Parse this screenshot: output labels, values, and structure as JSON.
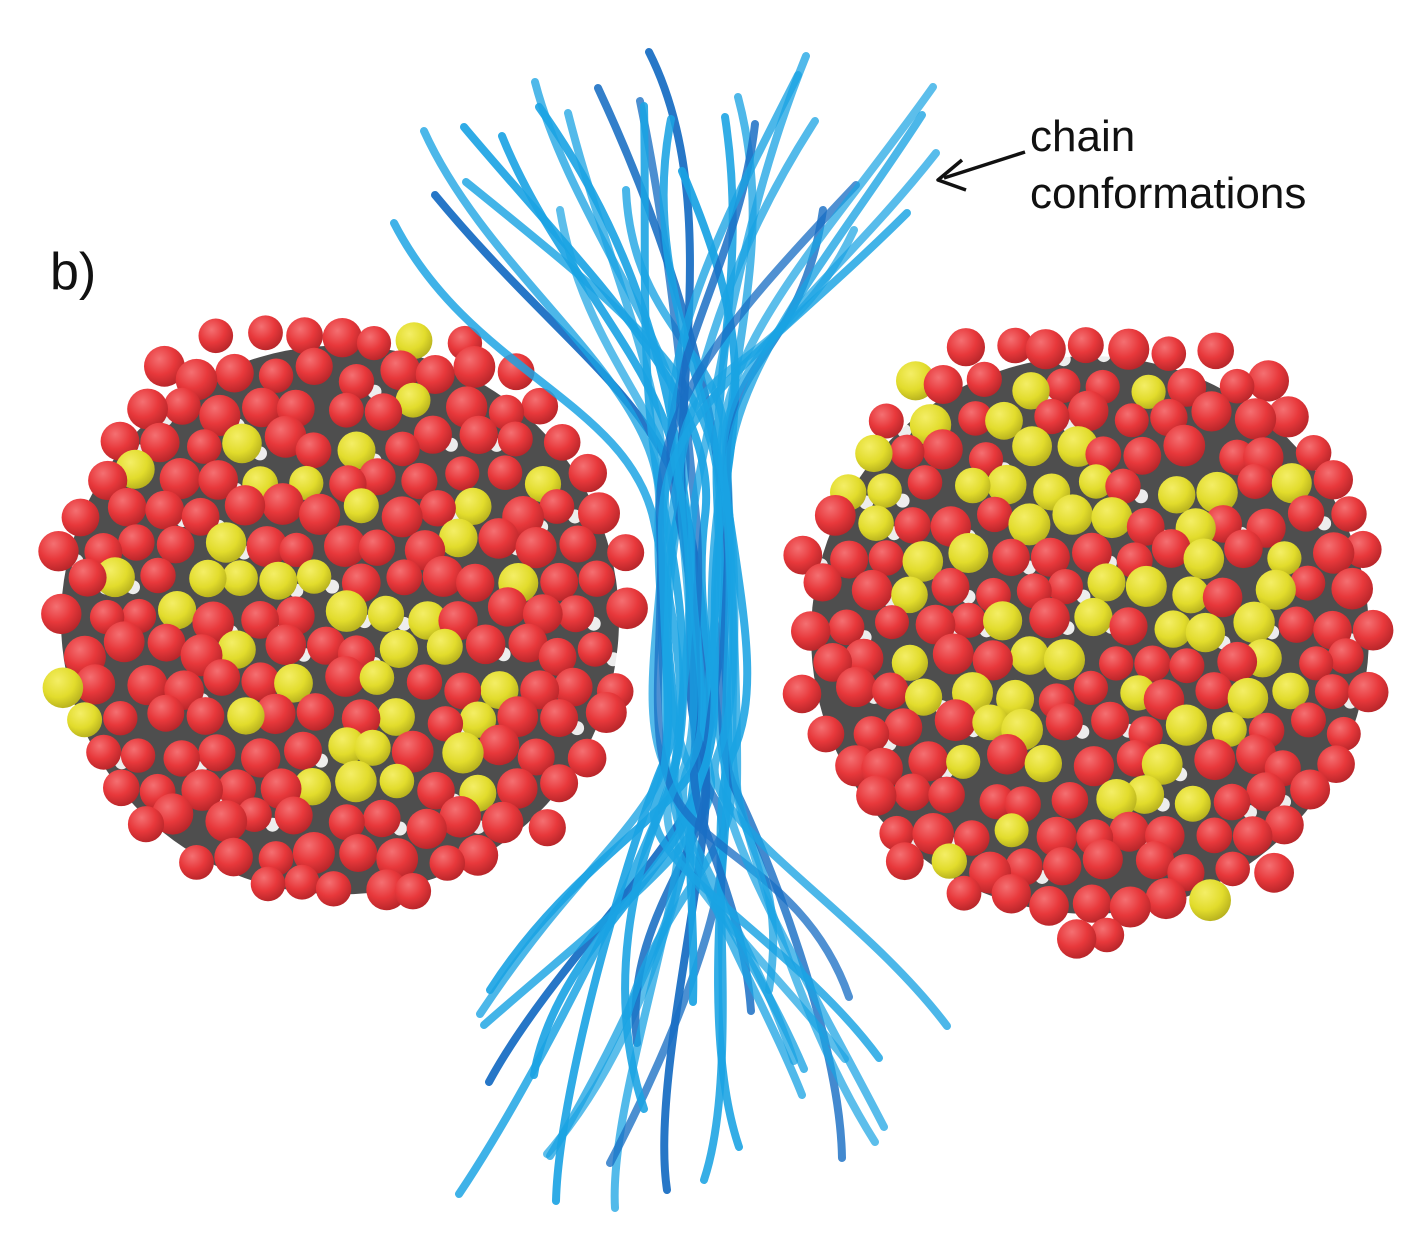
{
  "figure": {
    "panel_label": "b)",
    "annotation": {
      "line1": "chain",
      "line2": "conformations"
    }
  },
  "colors": {
    "particle_surface": "#e8383b",
    "particle_highlight": "#f05a5c",
    "ligand_core": "#e6e031",
    "particle_interior": "#5a5a5a",
    "chain": "#1aa3e3",
    "chain_dark": "#1a5fb0",
    "arrow": "#111111"
  },
  "icons": {
    "arrow": "arrow-left-icon"
  }
}
